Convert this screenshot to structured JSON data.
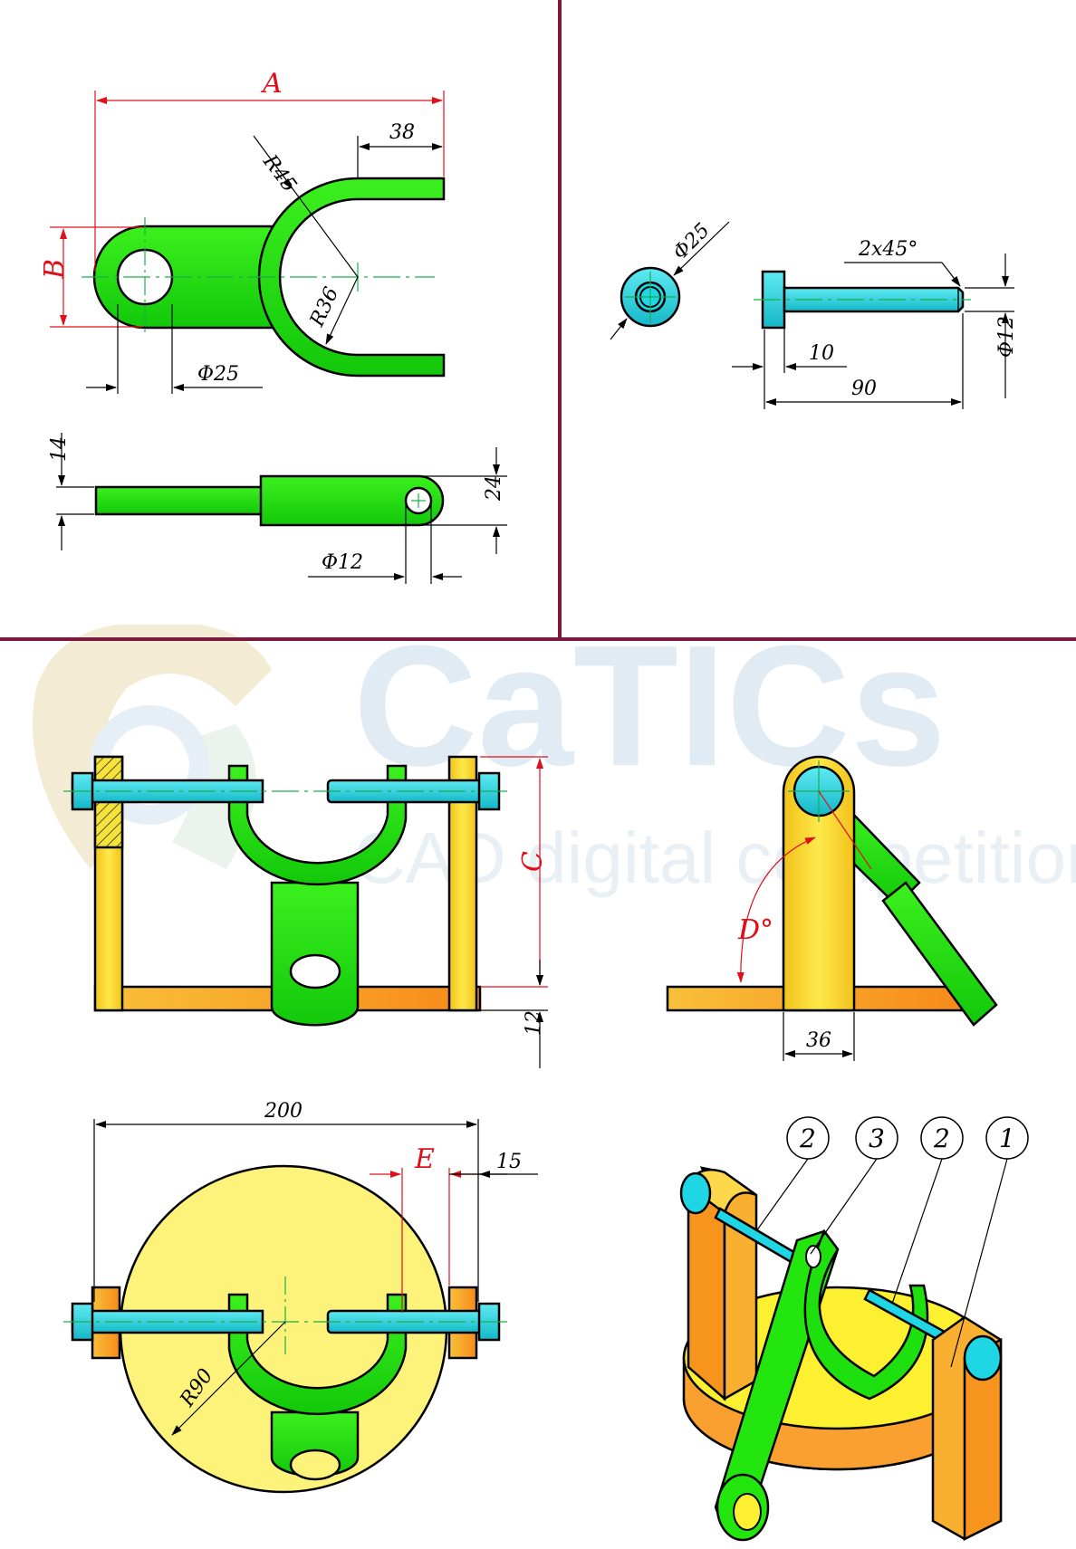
{
  "watermark": {
    "brand": "CaTICs",
    "tagline": "CAD digital competition"
  },
  "colors": {
    "green": "#22e60e",
    "cyan": "#1fd6e4",
    "yellow": "#f7e12a",
    "orange": "#f7941d",
    "red": "#e0101a",
    "divider": "#7a1840",
    "center": "#17b04a"
  },
  "yoke": {
    "A": "A",
    "B": "B",
    "d38": "38",
    "r45": "R45",
    "r36": "R36",
    "phi25": "Φ25",
    "d14": "14",
    "d24": "24",
    "phi12": "Φ12"
  },
  "pin": {
    "phi25": "Φ25",
    "chamfer": "2x45°",
    "d10": "10",
    "d90": "90",
    "phi12": "Φ12"
  },
  "front": {
    "C": "C",
    "d12": "12"
  },
  "side": {
    "D": "D°",
    "d36": "36"
  },
  "top": {
    "d200": "200",
    "E": "E",
    "d15": "15",
    "r90": "R90"
  },
  "balloons": [
    "2",
    "3",
    "2",
    "1"
  ]
}
